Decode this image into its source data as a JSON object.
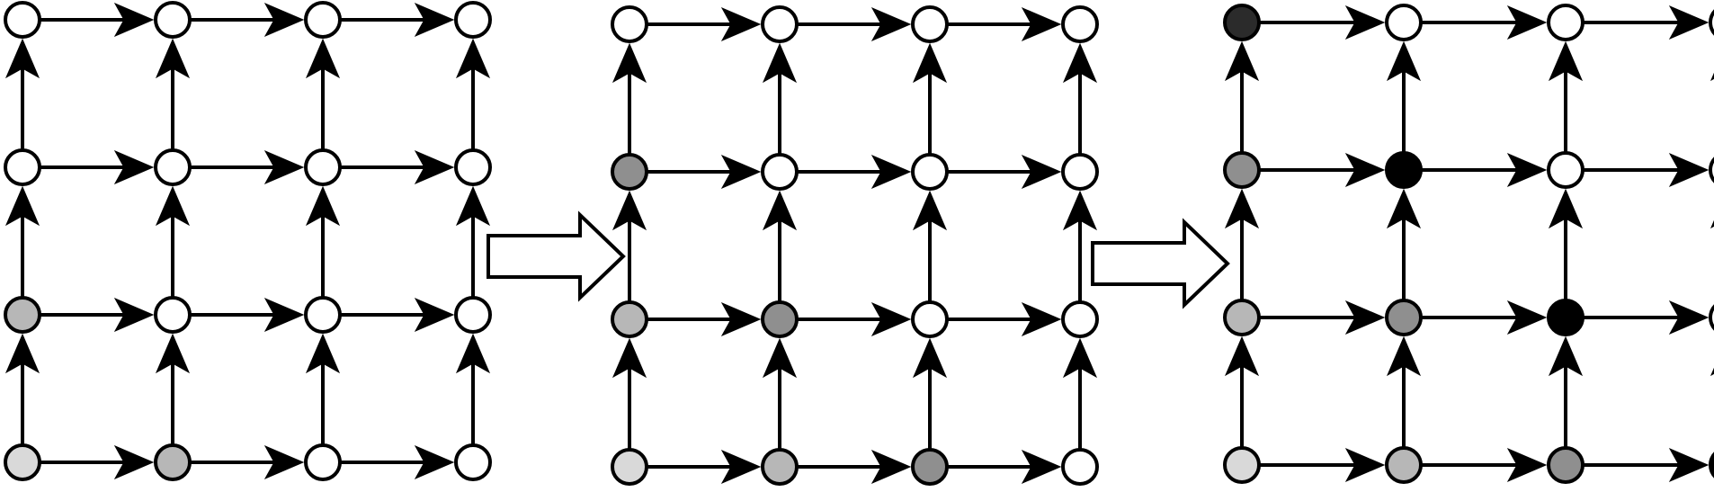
{
  "diagram": {
    "grid": {
      "rows": 4,
      "cols": 4,
      "edge_directions": [
        "right",
        "up"
      ]
    },
    "colors": {
      "white": "#ffffff",
      "very-light-gray": "#d9d9d9",
      "light-gray": "#b7b7b7",
      "medium-gray": "#8f8f8f",
      "dark-gray": "#2b2b2b",
      "black": "#000000",
      "stroke": "#000000"
    },
    "stages": [
      {
        "name": "stage-1",
        "node_fill_rows_bottom_to_top": [
          [
            "very-light-gray",
            "light-gray",
            "white",
            "white"
          ],
          [
            "light-gray",
            "white",
            "white",
            "white"
          ],
          [
            "white",
            "white",
            "white",
            "white"
          ],
          [
            "white",
            "white",
            "white",
            "white"
          ]
        ]
      },
      {
        "name": "stage-2",
        "node_fill_rows_bottom_to_top": [
          [
            "very-light-gray",
            "light-gray",
            "medium-gray",
            "white"
          ],
          [
            "light-gray",
            "medium-gray",
            "white",
            "white"
          ],
          [
            "medium-gray",
            "white",
            "white",
            "white"
          ],
          [
            "white",
            "white",
            "white",
            "white"
          ]
        ]
      },
      {
        "name": "stage-3",
        "node_fill_rows_bottom_to_top": [
          [
            "very-light-gray",
            "light-gray",
            "medium-gray",
            "black"
          ],
          [
            "light-gray",
            "medium-gray",
            "black",
            "white"
          ],
          [
            "medium-gray",
            "black",
            "white",
            "white"
          ],
          [
            "dark-gray",
            "white",
            "white",
            "white"
          ]
        ]
      }
    ],
    "transitions": [
      {
        "name": "transition-arrow-1",
        "from": "stage-1",
        "to": "stage-2"
      },
      {
        "name": "transition-arrow-2",
        "from": "stage-2",
        "to": "stage-3"
      }
    ]
  }
}
